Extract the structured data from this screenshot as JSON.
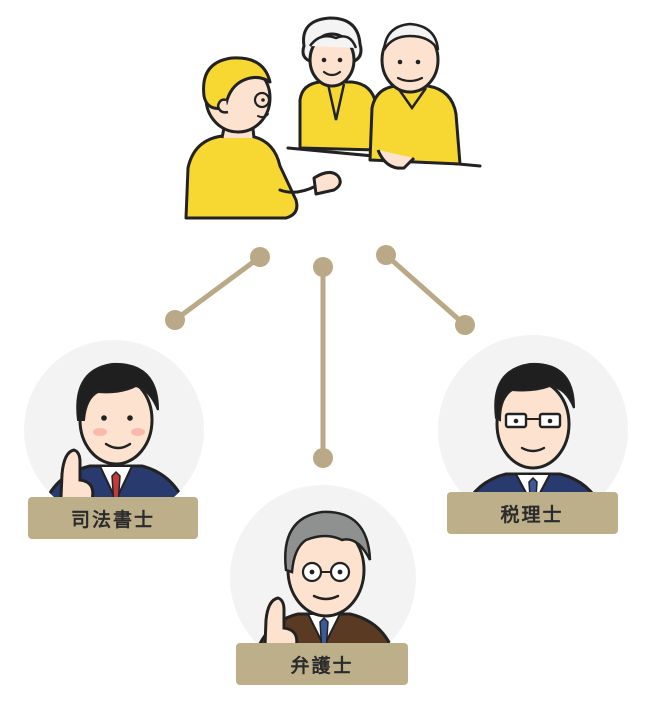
{
  "colors": {
    "accent_yellow": "#f7d731",
    "connector": "#b9a987",
    "label_bg": "#beaf8b",
    "label_text": "#2b2b2b",
    "circle_bg": "#f3f3f3",
    "outline": "#222222",
    "skin": "#fde3cf",
    "hair_black": "#1f1f1f",
    "hair_gray": "#8f9190",
    "suit_navy": "#283a6e",
    "suit_brown": "#5a3a22",
    "tie_red": "#c23a3a",
    "tie_blue": "#3c5a9a"
  },
  "top_scene": {
    "name": "consultation-scene"
  },
  "experts": [
    {
      "id": "judicial-scrivener",
      "label": "司法書士"
    },
    {
      "id": "lawyer",
      "label": "弁護士"
    },
    {
      "id": "tax-accountant",
      "label": "税理士"
    }
  ]
}
